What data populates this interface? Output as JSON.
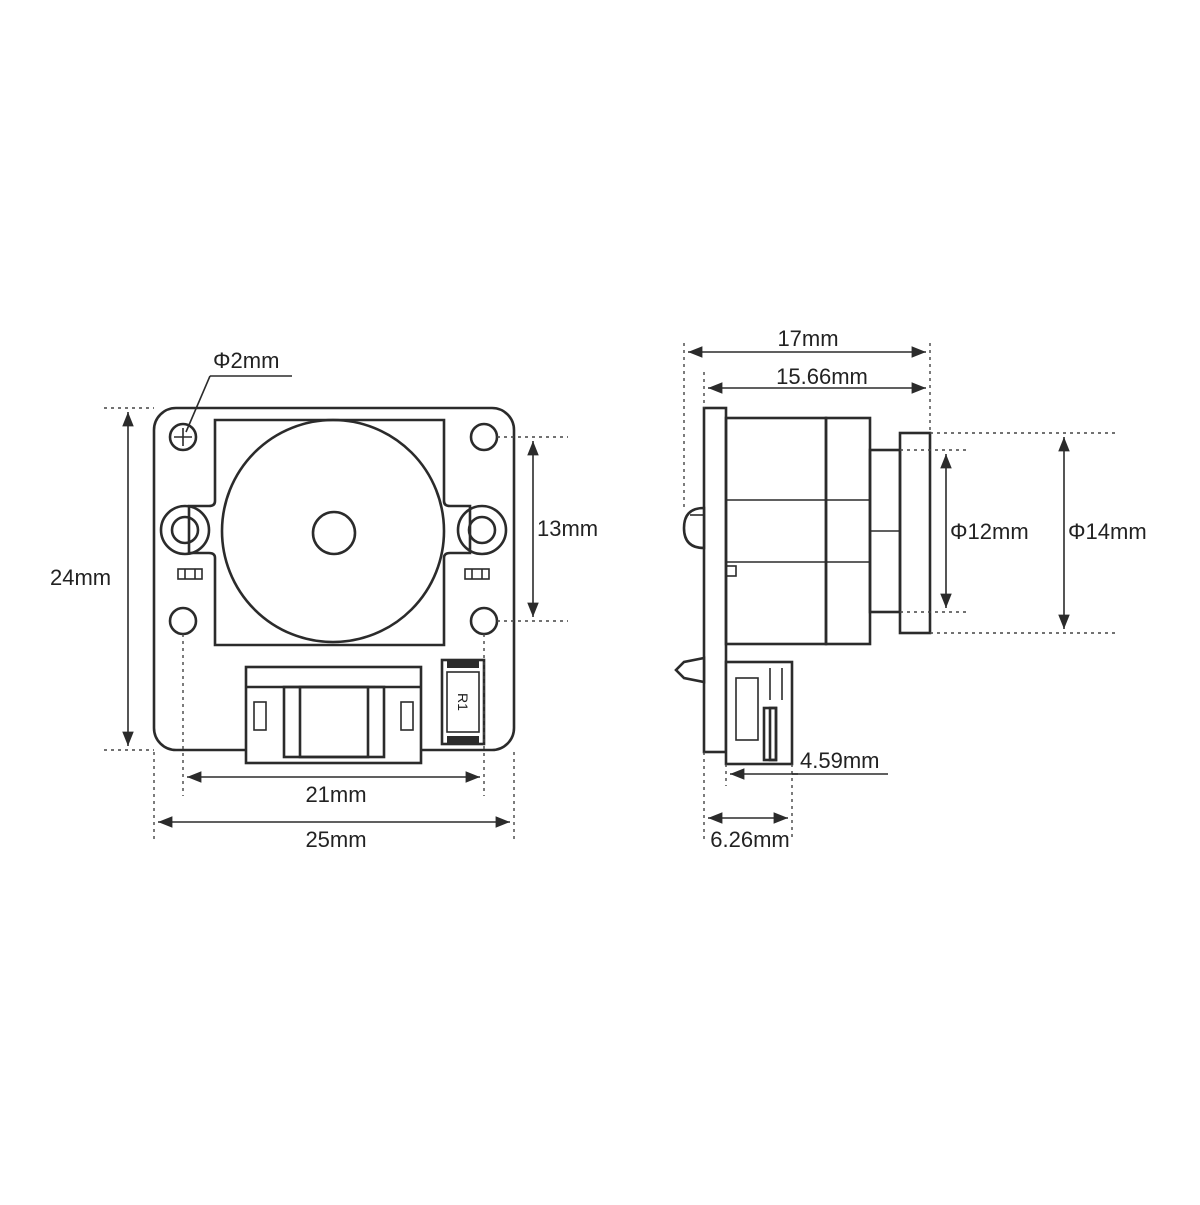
{
  "front_view": {
    "labels": {
      "mount_hole_diameter": "Φ2mm",
      "hole_spacing_vertical": "13mm",
      "board_height": "24mm",
      "hole_spacing_horizontal": "21mm",
      "board_width": "25mm"
    },
    "component_marking": "R1"
  },
  "side_view": {
    "labels": {
      "total_depth": "17mm",
      "body_depth": "15.66mm",
      "inner_diameter": "Φ12mm",
      "outer_diameter": "Φ14mm",
      "connector_depth": "4.59mm",
      "board_with_connector": "6.26mm"
    }
  }
}
